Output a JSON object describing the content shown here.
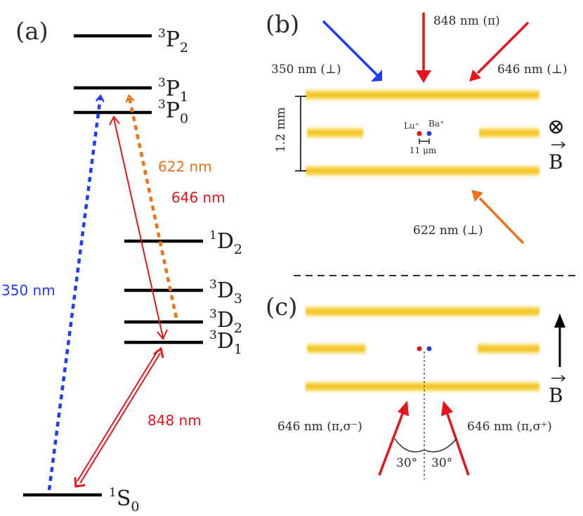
{
  "colors": {
    "blue": "#1f3bff",
    "red": "#e8141c",
    "orange": "#ee7218",
    "electrode": "#f3c21a",
    "lu_ion": "#e8141c",
    "ba_ion": "#2a3cd6"
  },
  "panel_a": {
    "label": "(a)",
    "levels": [
      {
        "sup": "3",
        "term": "P",
        "sub": "2"
      },
      {
        "sup": "3",
        "term": "P",
        "sub": "1"
      },
      {
        "sup": "3",
        "term": "P",
        "sub": "0"
      },
      {
        "sup": "1",
        "term": "D",
        "sub": "2"
      },
      {
        "sup": "3",
        "term": "D",
        "sub": "3"
      },
      {
        "sup": "3",
        "term": "D",
        "sub": "2"
      },
      {
        "sup": "3",
        "term": "D",
        "sub": "1"
      },
      {
        "sup": "1",
        "term": "S",
        "sub": "0"
      }
    ],
    "transitions": {
      "t350": "350 nm",
      "t622": "622 nm",
      "t646": "646 nm",
      "t848": "848 nm"
    }
  },
  "panel_b": {
    "label": "(b)",
    "beam_350": "350 nm (⊥)",
    "beam_848": "848 nm (π)",
    "beam_646": "646 nm (⊥)",
    "beam_622": "622 nm (⊥)",
    "spacing": "1.2 mm",
    "lu_label": "Lu⁺",
    "ba_label": "Ba⁺",
    "ion_sep": "11 μm",
    "field_symbol": "⊗",
    "field_label": "B"
  },
  "panel_c": {
    "label": "(c)",
    "beam_left": "646 nm (π,σ⁻)",
    "beam_right": "646 nm (π,σ⁺)",
    "angle_left": "30°",
    "angle_right": "30°",
    "field_label": "B"
  }
}
